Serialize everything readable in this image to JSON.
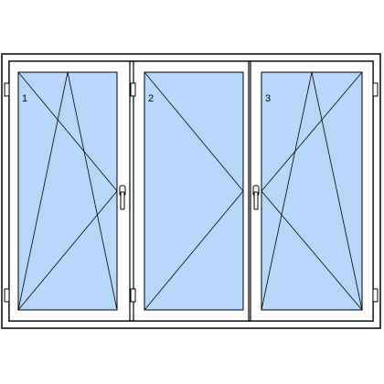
{
  "window": {
    "sashes": [
      {
        "label": "1",
        "opening": "tilt-turn",
        "hinge_side": "left"
      },
      {
        "label": "2",
        "opening": "turn",
        "hinge_side": "left"
      },
      {
        "label": "3",
        "opening": "tilt-turn",
        "hinge_side": "right"
      }
    ]
  },
  "colors": {
    "glass": "#b8d8fb",
    "frame": "#ffffff",
    "outline": "#000000"
  }
}
